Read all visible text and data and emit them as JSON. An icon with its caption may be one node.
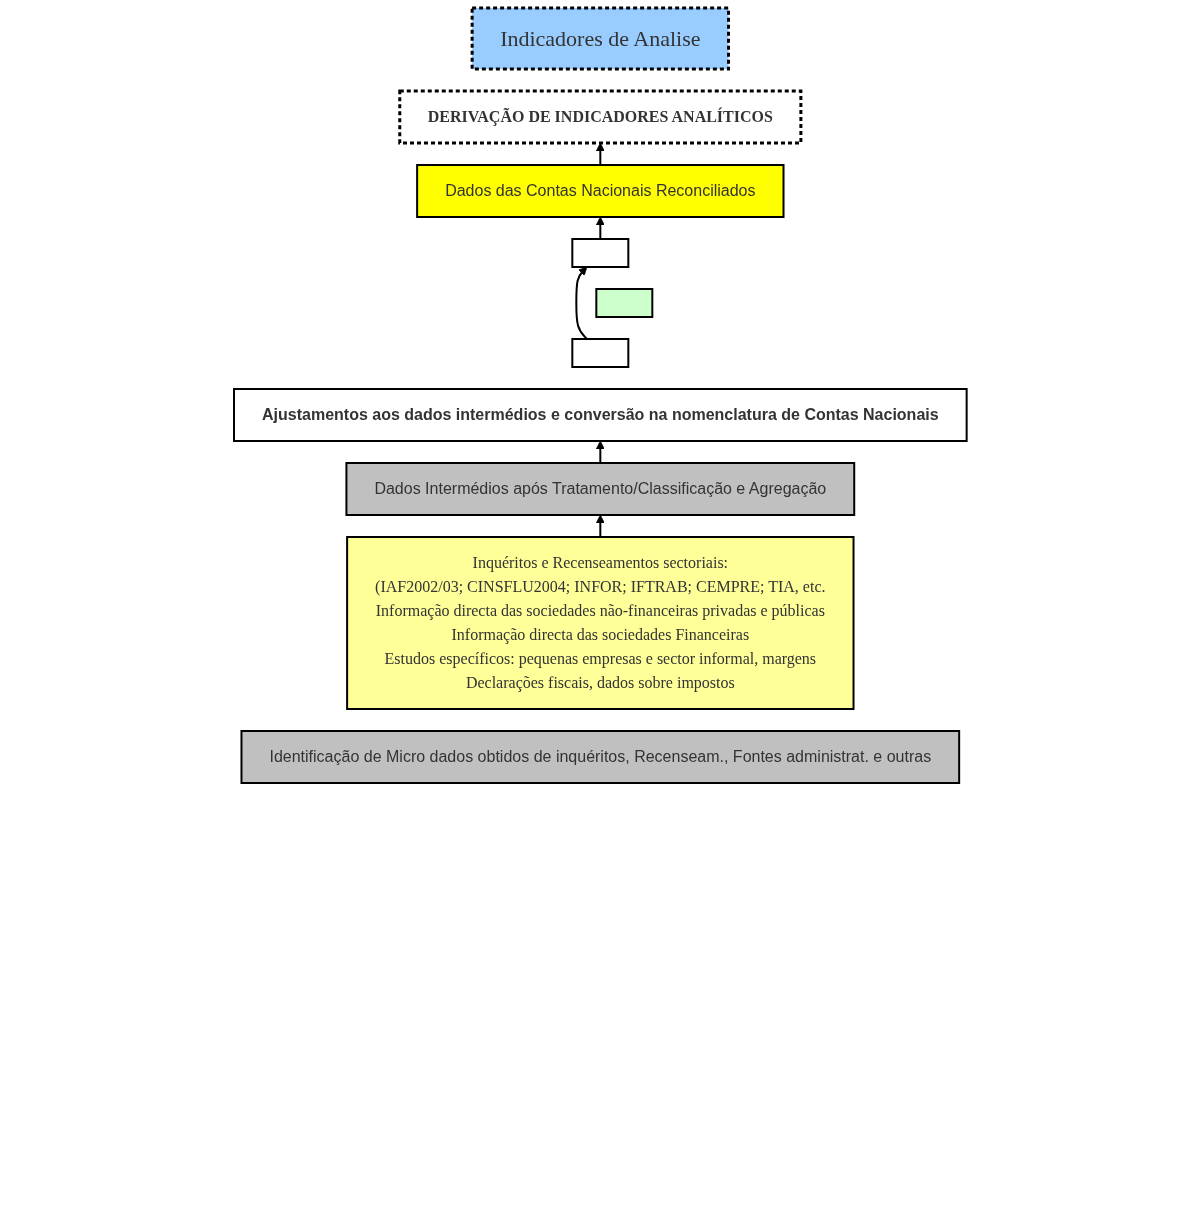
{
  "diagram": {
    "nodes": [
      {
        "text": [
          "Indicadores de Analise"
        ]
      },
      {
        "text": [
          "DERIVAÇÃO DE INDICADORES ANALÍTICOS"
        ]
      },
      {
        "text": [
          "Dados das Contas Nacionais Reconciliados"
        ]
      },
      {
        "text": [],
        "shape": "box"
      },
      {
        "text": [],
        "shape": "box"
      },
      {
        "text": [],
        "shape": "box"
      },
      {
        "text": [
          "Ajustamentos aos dados intermédios e conversão na nomenclatura de Contas Nacionais"
        ]
      },
      {
        "text": [
          "Dados Intermédios após Tratamento/Classificação e Agregação"
        ]
      },
      {
        "text": [
          "Inquéritos e Recenseamentos sectoriais:",
          "(IAF2002/03; CINSFLU2004; INFOR; IFTRAB; CEMPRE; TIA, etc.",
          "Informação directa das sociedades não-financeiras privadas e públicas",
          "Informação directa das sociedades Financeiras",
          "Estudos específicos: pequenas empresas e sector informal, margens",
          "Declarações fiscais, dados sobre impostos"
        ]
      },
      {
        "text": [
          "Identificação de Micro dados obtidos de inquéritos, Recenseam., Fontes administrat. e outras"
        ]
      }
    ],
    "edges": [
      {
        "from": 2,
        "to": 1,
        "arrow": "to"
      },
      {
        "from": 3,
        "to": 2,
        "arrow": "to"
      },
      {
        "from": 5,
        "to": 3,
        "arrow": "to"
      },
      {
        "from": 7,
        "to": 6,
        "arrow": "to"
      },
      {
        "from": 8,
        "to": 7,
        "arrow": "to"
      }
    ]
  }
}
